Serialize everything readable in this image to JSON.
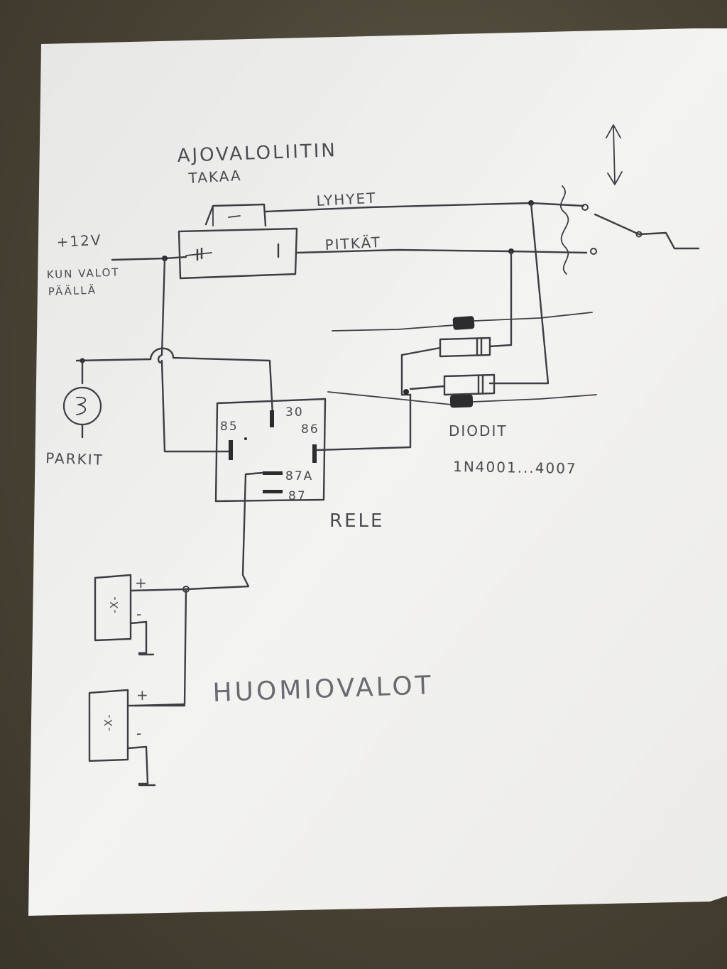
{
  "labels": {
    "switch_title_line1": "AJOVALOLIITIN",
    "switch_title_line2": "TAKAA",
    "supply": "+12V",
    "supply_note_line1": "KUN VALOT",
    "supply_note_line2": "PÄÄLLÄ",
    "low_beams": "LYHYET",
    "high_beams": "PITKÄT",
    "parking": "PARKIT",
    "diodes_title": "DIODIT",
    "diodes_part": "1N4001...4007",
    "relay_title": "RELE",
    "fog_lights": "HUOMIOVALOT"
  },
  "relay_pins": {
    "pin_85": "85",
    "pin_30": "30",
    "pin_86": "86",
    "pin_87a": "87A",
    "pin_87": "87"
  },
  "polarity": {
    "lamp1_plus": "+",
    "lamp1_minus": "-",
    "lamp2_plus": "+",
    "lamp2_minus": "-"
  },
  "colors": {
    "ink": "#3d3d44",
    "paper": "#f2f1ee",
    "background": "#4a4538"
  }
}
